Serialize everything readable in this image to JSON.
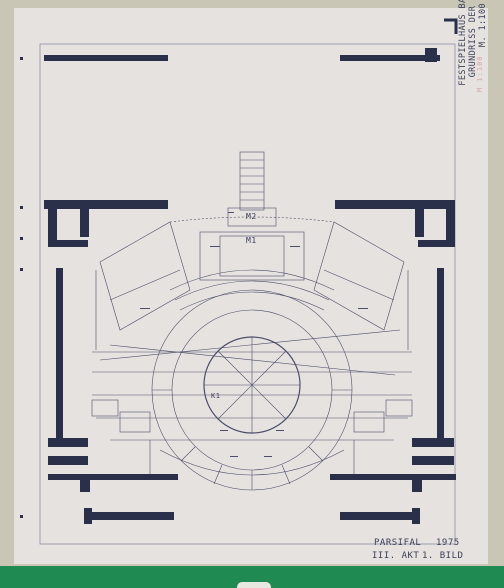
{
  "document": {
    "title_block": {
      "line1": "FESTSPIELHAUS BAYREUTH",
      "line2": "GRUNDRISS DER BÜHNE",
      "line3": "M. 1:100"
    },
    "scale_note": "M 1:100",
    "caption": {
      "work": "PARSIFAL",
      "year": "1975",
      "act": "III. AKT",
      "scene": "1. BILD"
    },
    "stage_labels": {
      "m2": "M2",
      "m1": "M1",
      "k1": "K1"
    }
  },
  "colors": {
    "paper": "#e6e2e0",
    "ink": "#2a2f4a",
    "green_band": "#1f8a52",
    "background": "#c9c6b6"
  }
}
